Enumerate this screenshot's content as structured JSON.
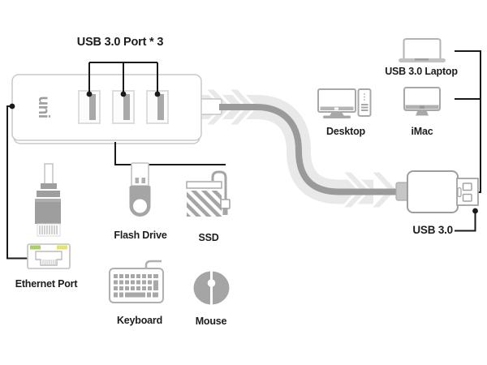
{
  "hub": {
    "brand_logo": "uni",
    "ports_callout": "USB 3.0 Port * 3",
    "port_count": 3
  },
  "peripherals": {
    "ethernet": "Ethernet Port",
    "flash_drive": "Flash Drive",
    "ssd": "SSD",
    "keyboard": "Keyboard",
    "mouse": "Mouse"
  },
  "hosts": {
    "laptop": "USB 3.0 Laptop",
    "desktop": "Desktop",
    "imac": "iMac"
  },
  "uplink": {
    "connector": "USB 3.0"
  },
  "colors": {
    "callout_line": "#1a1a1a",
    "text": "#1d1d1d",
    "icon_gray": "#a5a5a5",
    "icon_outline": "#b3b3b3",
    "cable_band": "#e9e9e9",
    "cable_core": "#9a9a9a",
    "led_green": "#a8d164",
    "led_yellow": "#e3e36e"
  }
}
